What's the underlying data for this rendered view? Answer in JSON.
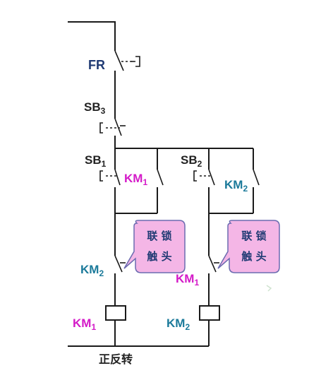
{
  "colors": {
    "wire": "#1a1a1a",
    "label_dark": "#222222",
    "label_navy": "#1f3a73",
    "label_blue": "#1b7a9a",
    "label_magenta": "#d41ac8",
    "callout_fill": "#f4b6e6",
    "callout_stroke": "#6b6bb0"
  },
  "labels": {
    "fr": "FR",
    "sb3": "SB3",
    "sb1": "SB1",
    "sb2": "SB2",
    "km1_hold": "KM1",
    "km2_hold": "KM2",
    "km2_interlock": "KM2",
    "km1_interlock": "KM1",
    "km1_coil": "KM1",
    "km2_coil": "KM2"
  },
  "callout_left": {
    "line1": "联 锁",
    "line2": "触 头"
  },
  "callout_right": {
    "line1": "联 锁",
    "line2": "触 头"
  },
  "footer": {
    "title": "正反转"
  }
}
